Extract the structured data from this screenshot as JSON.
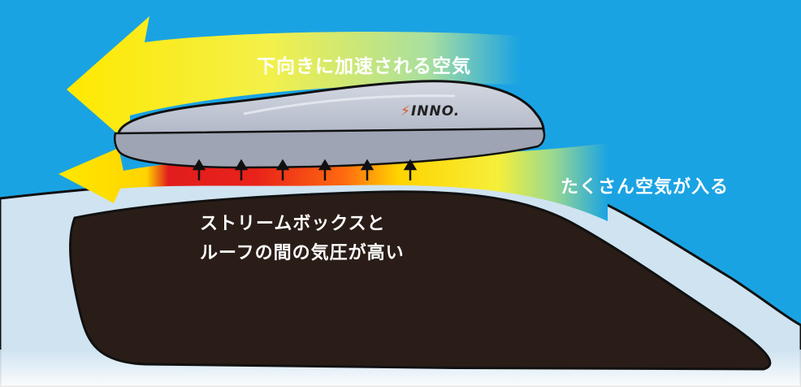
{
  "labels": {
    "top_flow": "下向きに加速される空気",
    "inflow": "たくさん空気が入る",
    "pressure_line1": "ストリームボックスと",
    "pressure_line2": "ルーフの間の気圧が高い"
  },
  "brand": {
    "mark": "⚡",
    "name": "INNO."
  },
  "colors": {
    "sky": "#1aa3e3",
    "car_body": "#cfe3f1",
    "car_window": "#2a1d17",
    "box": "#b6bccb",
    "arrow_yellow": "#ffe800",
    "pressure_red": "#e11d1d"
  }
}
